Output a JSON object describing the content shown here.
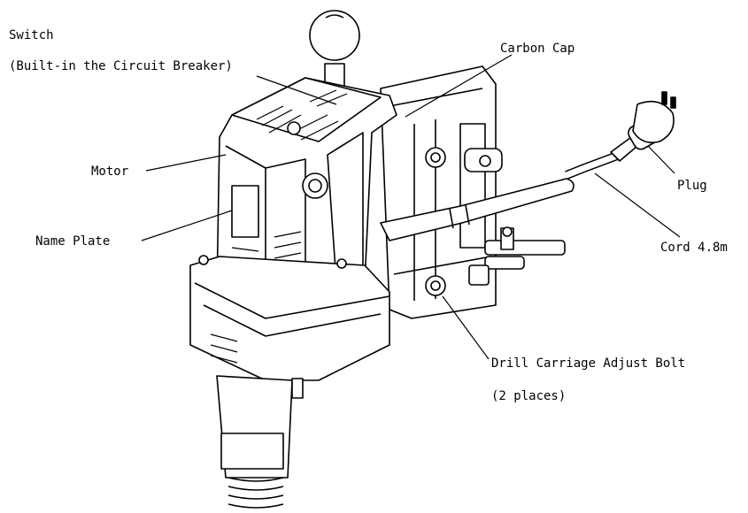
{
  "labels": {
    "switch": "Switch",
    "switch_note": "(Built-in the Circuit Breaker)",
    "carbon_cap": "Carbon Cap",
    "motor": "Motor",
    "name_plate": "Name Plate",
    "plug": "Plug",
    "cord": "Cord 4.8m",
    "adjust_bolt": "Drill Carriage Adjust Bolt",
    "adjust_bolt_note": "(2 places)"
  }
}
